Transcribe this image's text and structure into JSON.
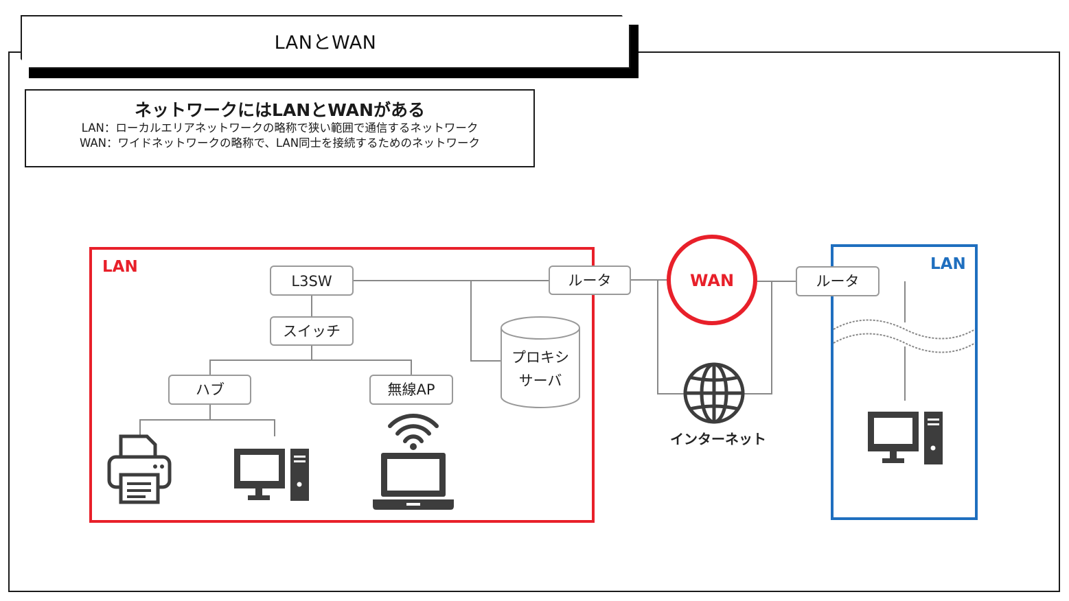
{
  "header": {
    "title": "LANとWAN"
  },
  "summary": {
    "heading": "ネットワークにはLANとWANがある",
    "lan_def": "LAN：ローカルエリアネットワークの略称で狭い範囲で通信するネットワーク",
    "wan_def": "WAN：ワイドネットワークの略称で、LAN同士を接続するためのネットワーク"
  },
  "diagram": {
    "lan_left_label": "LAN",
    "lan_right_label": "LAN",
    "wan_label": "WAN",
    "l3sw": "L3SW",
    "switch": "スイッチ",
    "hub": "ハブ",
    "wireless_ap": "無線AP",
    "router_left": "ルータ",
    "router_right": "ルータ",
    "proxy_line1": "プロキシ",
    "proxy_line2": "サーバ",
    "internet": "インターネット"
  },
  "colors": {
    "lan_left": "#e8202a",
    "lan_right": "#1f6fbf",
    "wan": "#e8202a",
    "icon": "#3d3d3d",
    "line": "#888888"
  }
}
